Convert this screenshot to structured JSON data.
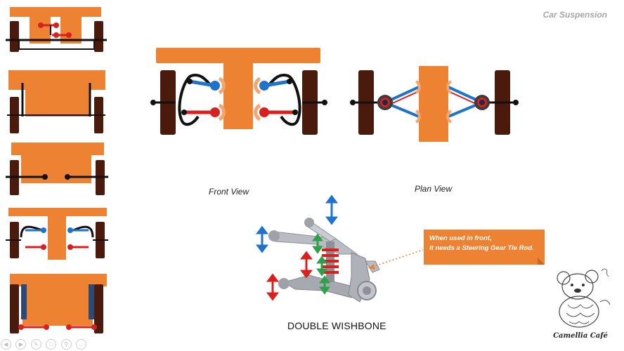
{
  "header": {
    "title": "Car Suspension"
  },
  "labels": {
    "front_view": "Front View",
    "plan_view": "Plan View",
    "double_wishbone": "DOUBLE WISHBONE"
  },
  "callout": {
    "line1": "When used in front,",
    "line2": "it needs a Steering Gear Tie Rod."
  },
  "logo": {
    "text": "Camellia Café"
  },
  "colors": {
    "body_orange": "#ee8233",
    "wheel_brown": "#4a1a0c",
    "upper_arm_blue": "#1f73c8",
    "lower_arm_red": "#d9201f",
    "link_black": "#111111",
    "knuckle_green": "#2ea04a"
  },
  "toolbar": {
    "icons": [
      "prev-icon",
      "next-icon",
      "pen-icon",
      "slides-icon",
      "zoom-icon",
      "more-icon"
    ]
  },
  "slides": [
    {
      "id": "rigid-axle"
    },
    {
      "id": "strut"
    },
    {
      "id": "swing-axle"
    },
    {
      "id": "double-wishbone"
    },
    {
      "id": "macpherson"
    }
  ]
}
